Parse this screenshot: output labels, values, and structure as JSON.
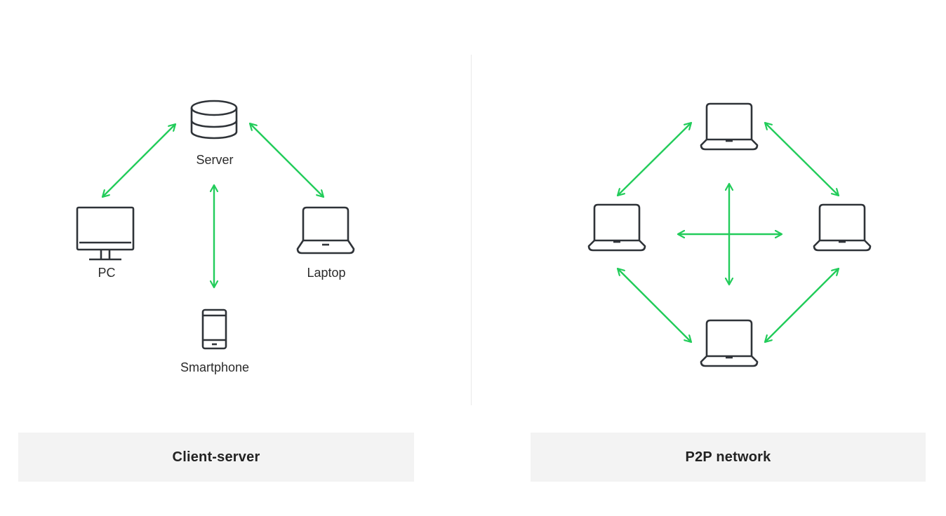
{
  "colors": {
    "arrow": "#22cc5a",
    "icon_stroke": "#2f3338",
    "caption_bg": "#f3f3f3",
    "divider": "#e9e9e9"
  },
  "client_server": {
    "caption": "Client-server",
    "nodes": {
      "server": {
        "label": "Server",
        "icon": "database-icon"
      },
      "pc": {
        "label": "PC",
        "icon": "monitor-icon"
      },
      "laptop": {
        "label": "Laptop",
        "icon": "laptop-icon"
      },
      "smartphone": {
        "label": "Smartphone",
        "icon": "smartphone-icon"
      }
    },
    "connections": [
      [
        "server",
        "pc"
      ],
      [
        "server",
        "laptop"
      ],
      [
        "server",
        "smartphone"
      ]
    ]
  },
  "p2p": {
    "caption": "P2P network",
    "nodes": [
      {
        "id": "top",
        "icon": "laptop-icon"
      },
      {
        "id": "left",
        "icon": "laptop-icon"
      },
      {
        "id": "right",
        "icon": "laptop-icon"
      },
      {
        "id": "bottom",
        "icon": "laptop-icon"
      }
    ],
    "connections": [
      [
        "top",
        "left"
      ],
      [
        "top",
        "right"
      ],
      [
        "bottom",
        "left"
      ],
      [
        "bottom",
        "right"
      ],
      [
        "left",
        "right"
      ],
      [
        "top",
        "bottom"
      ]
    ]
  }
}
